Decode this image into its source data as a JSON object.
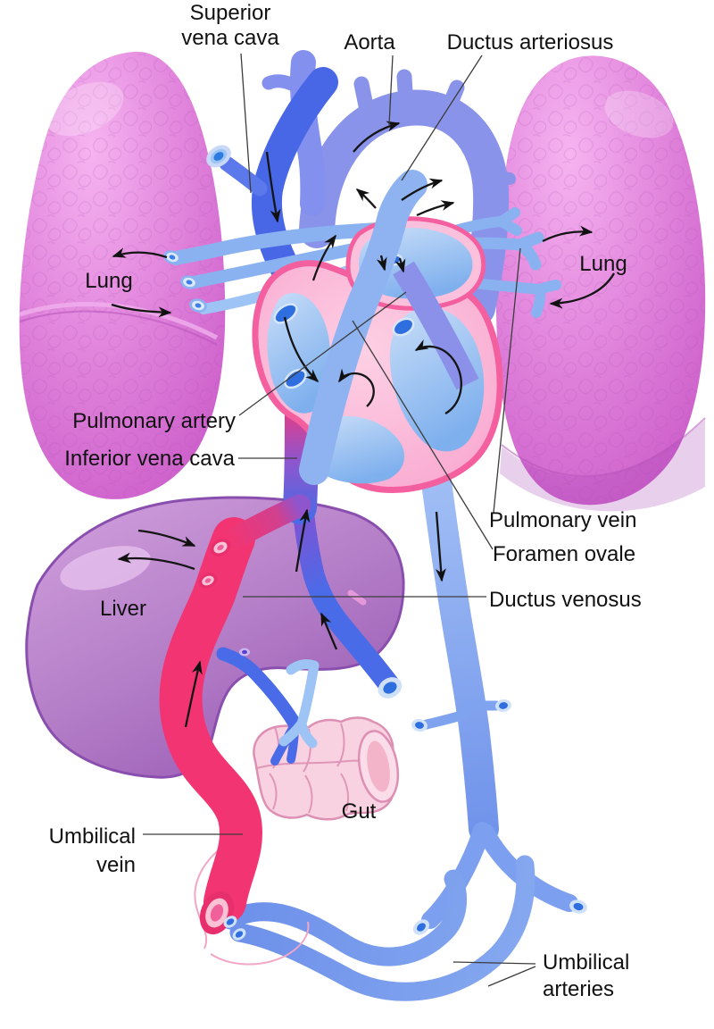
{
  "figure": {
    "labels": {
      "superior_vena_cava": {
        "line1": "Superior",
        "line2": "vena cava"
      },
      "aorta": "Aorta",
      "ductus_arteriosus": "Ductus arteriosus",
      "lung_left": "Lung",
      "lung_right": "Lung",
      "pulmonary_artery": "Pulmonary artery",
      "inferior_vena_cava": "Inferior vena cava",
      "pulmonary_vein": "Pulmonary vein",
      "foramen_ovale": "Foramen ovale",
      "ductus_venosus": "Ductus venosus",
      "liver": "Liver",
      "gut": "Gut",
      "umbilical_vein": {
        "line1": "Umbilical",
        "line2": "vein"
      },
      "umbilical_arteries": {
        "line1": "Umbilical",
        "line2": "arteries"
      }
    },
    "colors": {
      "oxygenated_blood": "#f23572",
      "deoxygenated_blood": "#4767e7",
      "mixed_blood": "#8f55cd",
      "aortic_arch": "#8a93ea",
      "pulmonary_vessel": "#8ab2f1",
      "lung": "#e07cdc",
      "liver": "#b57fc8",
      "heart_muscle": "#f9a6cf",
      "heart_chamber": "#9cc1f3",
      "gut": "#f8d2e0",
      "label_text": "#111111",
      "background": "#ffffff"
    }
  }
}
